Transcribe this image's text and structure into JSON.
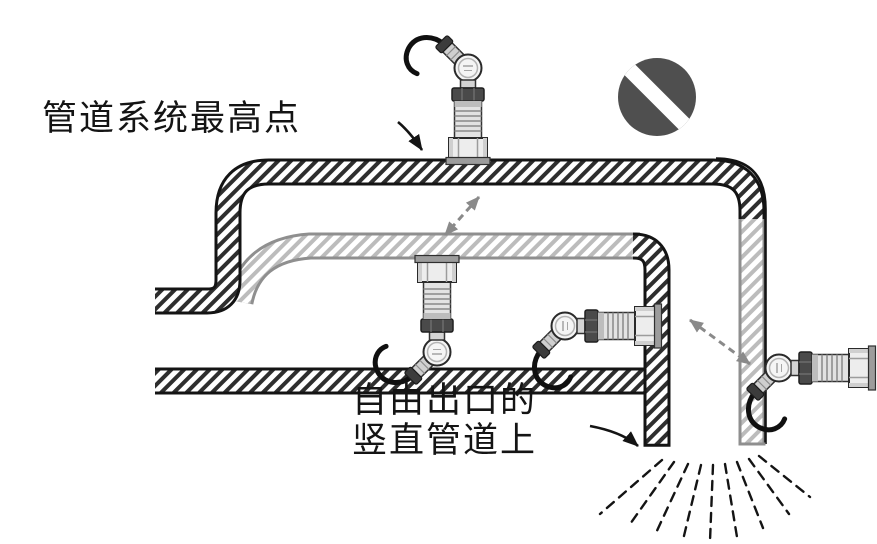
{
  "figure": {
    "labels": {
      "highest_point": "管道系统最高点",
      "free_outlet_line1": "自由出口的",
      "free_outlet_line2": "竖直管道上"
    },
    "icons": [
      "prohibition-icon",
      "sensor-transmitter-icon",
      "double-headed-dashed-arrow-icon",
      "label-leader-arrow-icon",
      "outlet-spray-icon",
      "hatched-pipe-band"
    ],
    "colors": {
      "ink": "#141414",
      "hatch_dark": "#2e2e2e",
      "hatch_light": "#bcbcbc",
      "edge_light": "#8f8f8f",
      "prohibition": "#4f4f4f",
      "arrow_gray": "#8a8a8a",
      "background": "#ffffff"
    }
  }
}
